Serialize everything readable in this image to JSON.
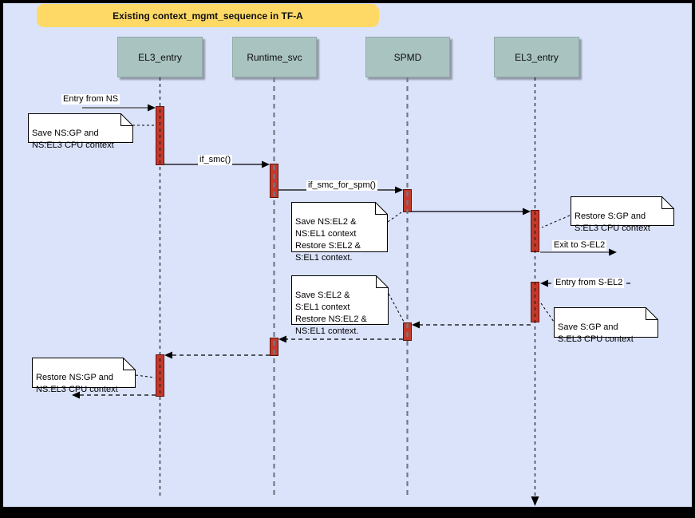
{
  "diagram_type": "uml-sequence",
  "title": "Existing context_mgmt_sequence in TF-A",
  "colors": {
    "page_background": "#dbe3fb",
    "outer_border": "#000000",
    "title_fill": "#ffd966",
    "lifeline_head_fill": "#a9c3c0",
    "activation_fill": "#c5392b",
    "note_fill": "#ffffff"
  },
  "lifelines": [
    {
      "label": "EL3_entry"
    },
    {
      "label": "Runtime_svc"
    },
    {
      "label": "SPMD"
    },
    {
      "label": "EL3_entry"
    }
  ],
  "messages": {
    "entry_from_ns": "Entry from NS",
    "if_smc": "if_smc()",
    "if_smc_for_spm": "if_smc_for_spm()",
    "exit_to_s_el2": "Exit to S-EL2",
    "entry_from_s_el2": "Entry from S-EL2"
  },
  "notes": {
    "save_ns_gp": "Save NS:GP and\nNS:EL3 CPU context",
    "save_ns_el2": "Save NS:EL2 &\nNS:EL1 context\nRestore S:EL2 &\nS:EL1 context.",
    "restore_s_gp": "Restore S:GP and\nS:EL3 CPU context",
    "save_s_el2": "Save S:EL2 &\nS:EL1 context\nRestore NS:EL2 &\nNS:EL1 context.",
    "save_s_gp": "Save S:GP and\nS:EL3 CPU context",
    "restore_ns_gp": "Restore NS:GP and\nNS:EL3 CPU context"
  }
}
